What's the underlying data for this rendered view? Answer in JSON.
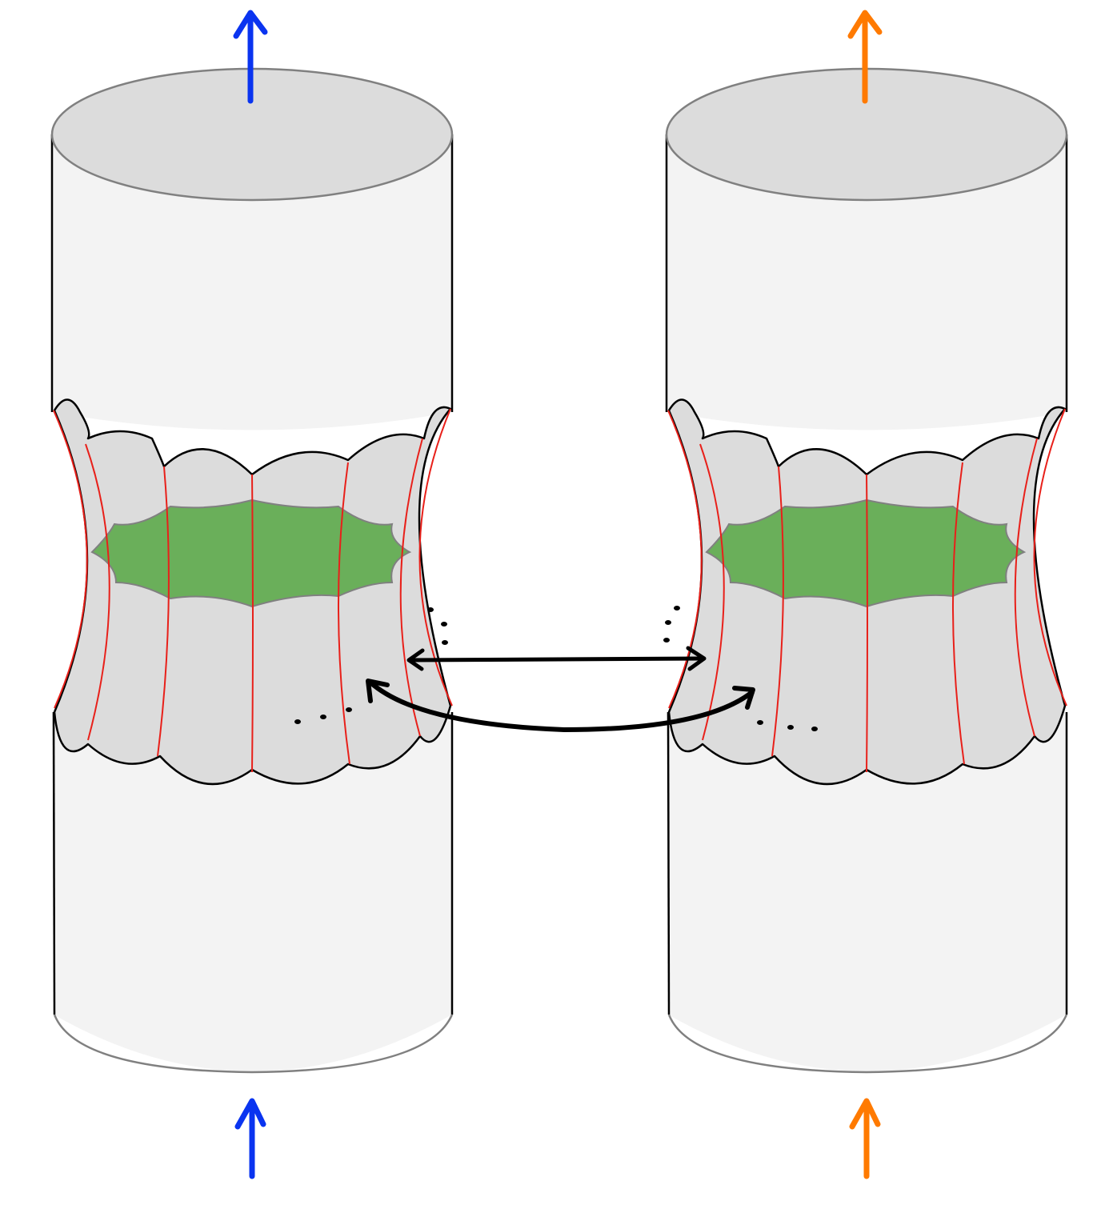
{
  "colors": {
    "background": "#ffffff",
    "cylinder_body": "#f3f3f3",
    "cylinder_cap": "#dcdcdc",
    "cap_outline": "#808080",
    "outline": "#000000",
    "neck_fill": "#dcdcdc",
    "red_lines": "#e8201a",
    "green_region": "#6aaf5a",
    "left_arrows": "#0a34f0",
    "right_arrows": "#ff7a00",
    "connection_arrows": "#000000"
  },
  "cylinders": [
    {
      "name": "left-cylinder",
      "arrow_color": "blue"
    },
    {
      "name": "right-cylinder",
      "arrow_color": "orange"
    }
  ],
  "connections": [
    {
      "name": "straight-double-arrow",
      "type": "double-headed"
    },
    {
      "name": "curved-double-arrow",
      "type": "double-headed"
    }
  ]
}
